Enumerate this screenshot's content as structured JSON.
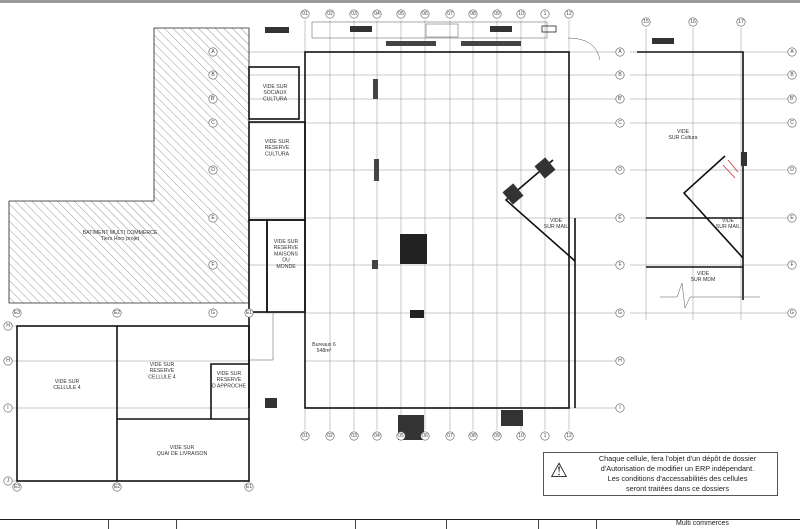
{
  "drawing": {
    "top_columns": [
      "01",
      "02",
      "03",
      "04",
      "05",
      "06",
      "07",
      "08",
      "09",
      "10",
      "1",
      "12"
    ],
    "rows_main": [
      "A",
      "B",
      "B'",
      "C",
      "D",
      "E",
      "F",
      "G",
      "H",
      "I"
    ],
    "right_columns": [
      "15",
      "16",
      "17"
    ],
    "right_rows": [
      "A",
      "B",
      "B'",
      "C",
      "D",
      "E",
      "F",
      "G"
    ],
    "left_plan_columns": [
      "E3",
      "E2",
      "E1"
    ],
    "left_plan_rows": [
      "H",
      "H",
      "I",
      "J"
    ],
    "rooms": {
      "sociaux": [
        "VIDE SUR",
        "SOCIAUX",
        "CULTURA"
      ],
      "reserve_cultura": [
        "VIDE SUR",
        "RESERVE",
        "CULTURA"
      ],
      "maisons": [
        "VIDE SUR",
        "RESERVE",
        "MAISONS",
        "DU",
        "MONDE"
      ],
      "hatched": [
        "BATIMENT MULTI COMMERCE",
        "Tiers Hors projet"
      ],
      "cellule4": [
        "VIDE SUR",
        "CELLULE 4"
      ],
      "reserve_cellule4": [
        "VIDE SUR",
        "RESERVE",
        "CELLULE 4"
      ],
      "approche": [
        "VIDE SUR",
        "RESERVE",
        "D APPROCHE"
      ],
      "quai": [
        "VIDE SUR",
        "QUAI DE LIVRAISON"
      ],
      "bureaux": [
        "Bureaux 6",
        "548m²"
      ],
      "mail_main": [
        "VIDE",
        "SUR MAIL"
      ],
      "cultura_right": [
        "VIDE",
        "SUR Cultura"
      ],
      "mail_right": [
        "VIDE",
        "SUR MAIL"
      ],
      "mdm": [
        "VIDE",
        "SUR MDM"
      ]
    }
  },
  "note": {
    "lines": [
      "Chaque cellule, fera l'objet d'un dépôt de dossier",
      "d'Autorisation de modifier un ERP indépendant.",
      "Les conditions d'accessabilités des cellules",
      "seront traitées dans ce dossiers"
    ]
  },
  "title_block": {
    "project": "Multi commerces"
  },
  "colors": {
    "wall": "#111111",
    "grid": "#888888",
    "accent": "#cc3333"
  }
}
